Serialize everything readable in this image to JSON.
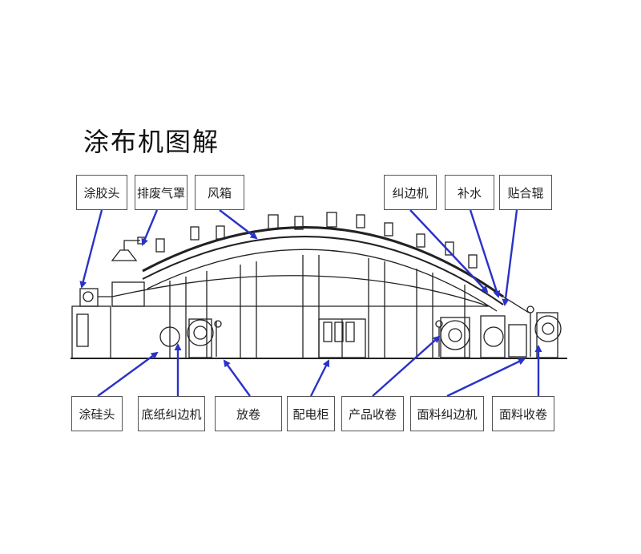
{
  "title": "涂布机图解",
  "labels": {
    "top": [
      "涂胶头",
      "排废气罩",
      "风箱",
      "纠边机",
      "补水",
      "贴合辊"
    ],
    "bottom": [
      "涂硅头",
      "底纸纠边机",
      "放卷",
      "配电柜",
      "产品收卷",
      "面料纠边机",
      "面料收卷"
    ]
  },
  "colors": {
    "arrow": "#2a32c8",
    "line": "#222222",
    "box_border": "#555555"
  }
}
